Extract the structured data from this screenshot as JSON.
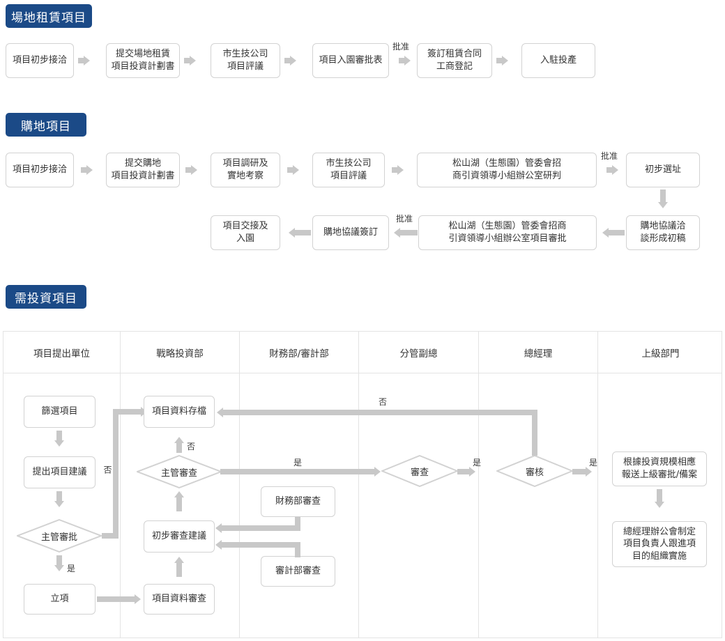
{
  "sections": [
    {
      "id": "site-lease",
      "badge": "場地租賃項目",
      "steps": [
        {
          "label": "項目初步接洽"
        },
        {
          "label": "提交場地租賃\n項目投資計劃書"
        },
        {
          "label": "市生技公司\n項目評議"
        },
        {
          "label": "項目入園審批表"
        },
        {
          "label": "簽訂租賃合同\n工商登記"
        },
        {
          "label": "入駐投產"
        }
      ],
      "edge_labels": [
        "",
        "",
        "",
        "批准",
        ""
      ]
    },
    {
      "id": "land-purchase",
      "badge": "購地項目",
      "row1": [
        {
          "label": "項目初步接洽"
        },
        {
          "label": "提交購地\n項目投資計劃書"
        },
        {
          "label": "項目調研及\n實地考察"
        },
        {
          "label": "市生技公司\n項目評議"
        },
        {
          "label": "松山湖（生態園）管委會招\n商引資領導小組辦公室研判"
        },
        {
          "label": "初步選址"
        }
      ],
      "row1_edge_labels": [
        "",
        "",
        "",
        "",
        "批准"
      ],
      "row2": [
        {
          "label": "項目交接及\n入園"
        },
        {
          "label": "購地協議簽訂"
        },
        {
          "label": "松山湖（生態園）管委會招商\n引資領導小組辦公室項目審批"
        },
        {
          "label": "購地協議洽\n談形成初稿"
        }
      ],
      "row2_edge_labels": [
        "",
        "批准",
        ""
      ]
    }
  ],
  "investment": {
    "badge": "需投資項目",
    "lanes": [
      {
        "title": "項目提出單位"
      },
      {
        "title": "戰略投資部"
      },
      {
        "title": "財務部/審計部"
      },
      {
        "title": "分管副總"
      },
      {
        "title": "總經理"
      },
      {
        "title": "上級部門"
      }
    ],
    "nodes": {
      "screen_project": "篩選項目",
      "propose_project": "提出項目建議",
      "manager_approve": "主管審批",
      "establish": "立項",
      "archive": "項目資料存檔",
      "manager_review": "主管審查",
      "prelim_review": "初步審查建議",
      "data_review": "項目資料審查",
      "finance_review": "財務部審查",
      "audit_review": "審計部審查",
      "vp_review": "審查",
      "gm_review": "審核",
      "report_upper": "根據投資規模相應\n報送上級審批/備案",
      "gm_office": "總經理辦公會制定\n項目負責人跟進項\n目的組織實施"
    },
    "edge_labels": {
      "no_1": "否",
      "no_2": "否",
      "no_3": "否",
      "yes_1": "是",
      "yes_2": "是",
      "yes_3": "是",
      "yes_4": "是"
    }
  },
  "colors": {
    "badge_bg": "#1b4a87",
    "badge_text": "#ffffff",
    "box_border": "#d2d2d2",
    "arrow": "#c8c8c8",
    "lane_border": "#e3e3e3",
    "text": "#333333"
  }
}
